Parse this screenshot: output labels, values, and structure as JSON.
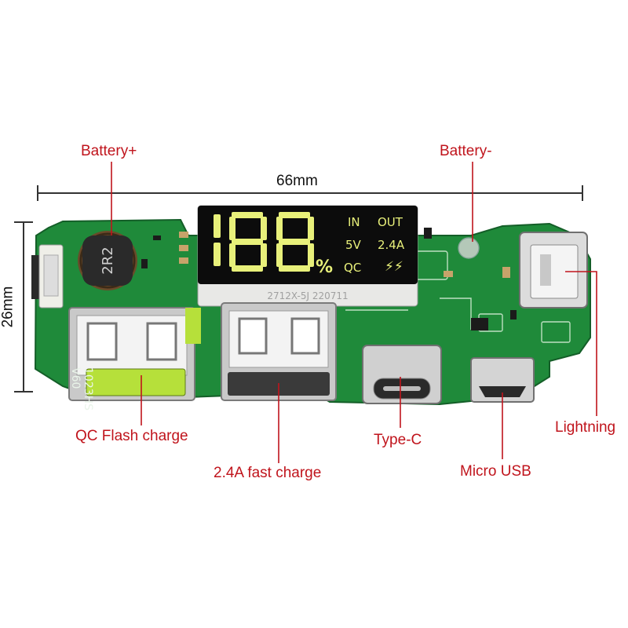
{
  "labels": {
    "battery_plus": "Battery+",
    "battery_minus": "Battery-",
    "qc_flash": "QC Flash charge",
    "fast_charge": "2.4A fast charge",
    "type_c": "Type-C",
    "micro_usb": "Micro USB",
    "lightning": "Lightning"
  },
  "dimensions": {
    "width": "66mm",
    "height": "26mm"
  },
  "display": {
    "digits": "188",
    "percent": "%",
    "in_label": "IN",
    "out_label": "OUT",
    "voltage": "5V",
    "current": "2.4A",
    "qc": "QC"
  },
  "board_marks": {
    "inductor": "2R2",
    "model": "1023HS",
    "version": "V60",
    "code": "2712X-5J 220711"
  },
  "colors": {
    "pcb": "#1f8a3a",
    "label": "#c0141c",
    "display_digits": "#e8f07a",
    "qc_port_insert": "#b6e03a"
  }
}
